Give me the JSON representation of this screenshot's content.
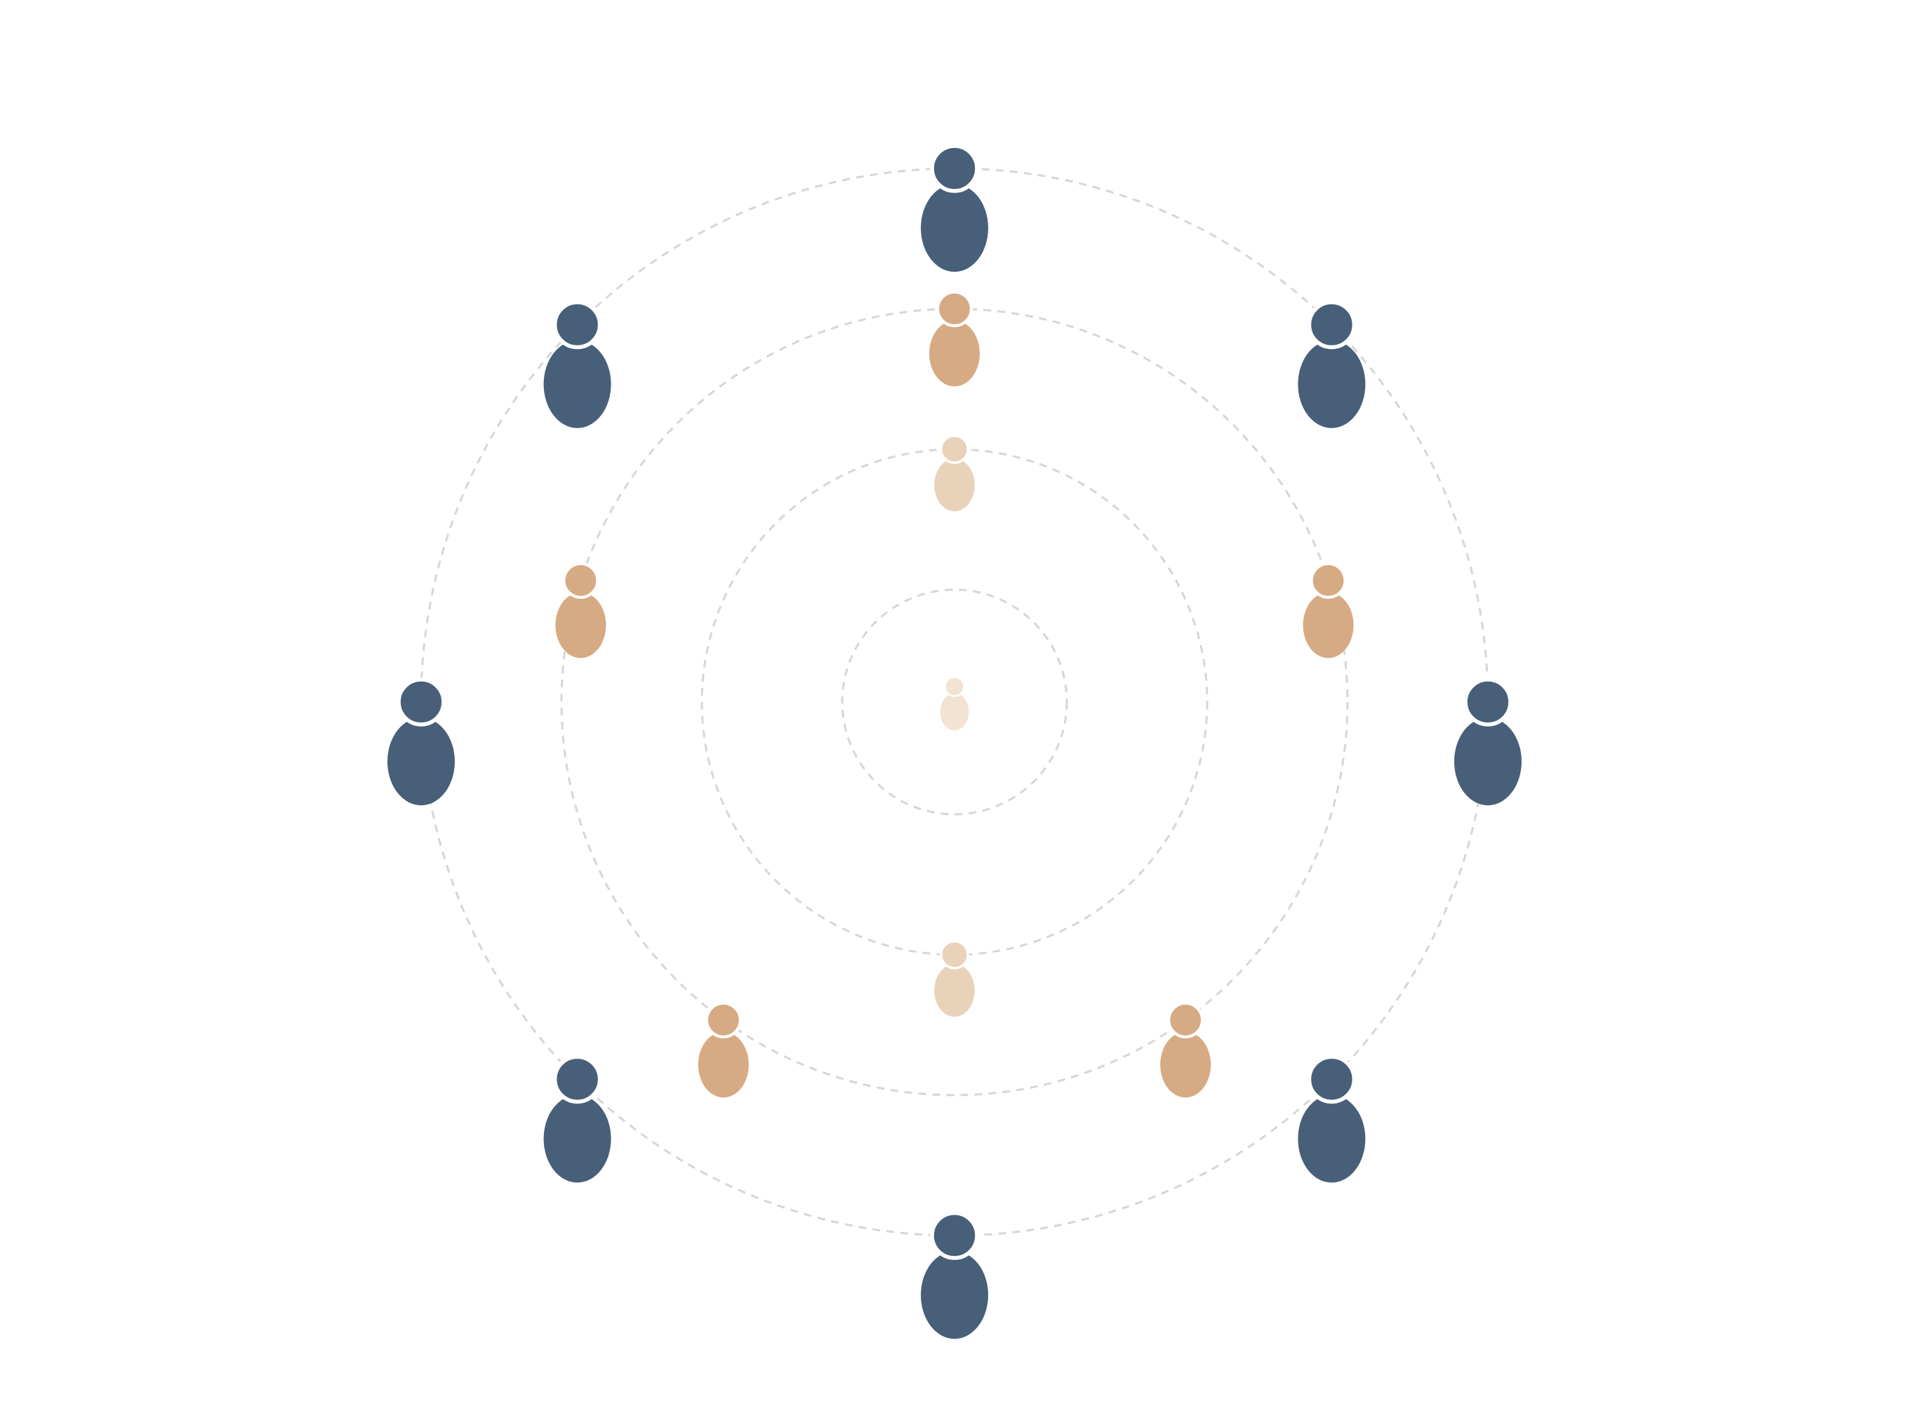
{
  "diagram": {
    "kind": "concentric circles of person figures",
    "text": "",
    "ring_color": "#d6d6d6",
    "palette": {
      "navy": "#475f79",
      "tan": "#d6aa82",
      "light_tan": "#e9d2ba",
      "pale_tan": "#f2e3d3"
    },
    "rings": [
      {
        "id": "ring-1",
        "figure_count": 1,
        "figure_color": "pale_tan",
        "figures_on_ring": false
      },
      {
        "id": "ring-2",
        "figure_count": 2,
        "figure_color": "light_tan",
        "figures_on_ring": true
      },
      {
        "id": "ring-3",
        "figure_count": 5,
        "figure_color": "tan",
        "figures_on_ring": true
      },
      {
        "id": "ring-4",
        "figure_count": 8,
        "figure_color": "navy",
        "figures_on_ring": true
      }
    ],
    "total_figures": 16
  }
}
